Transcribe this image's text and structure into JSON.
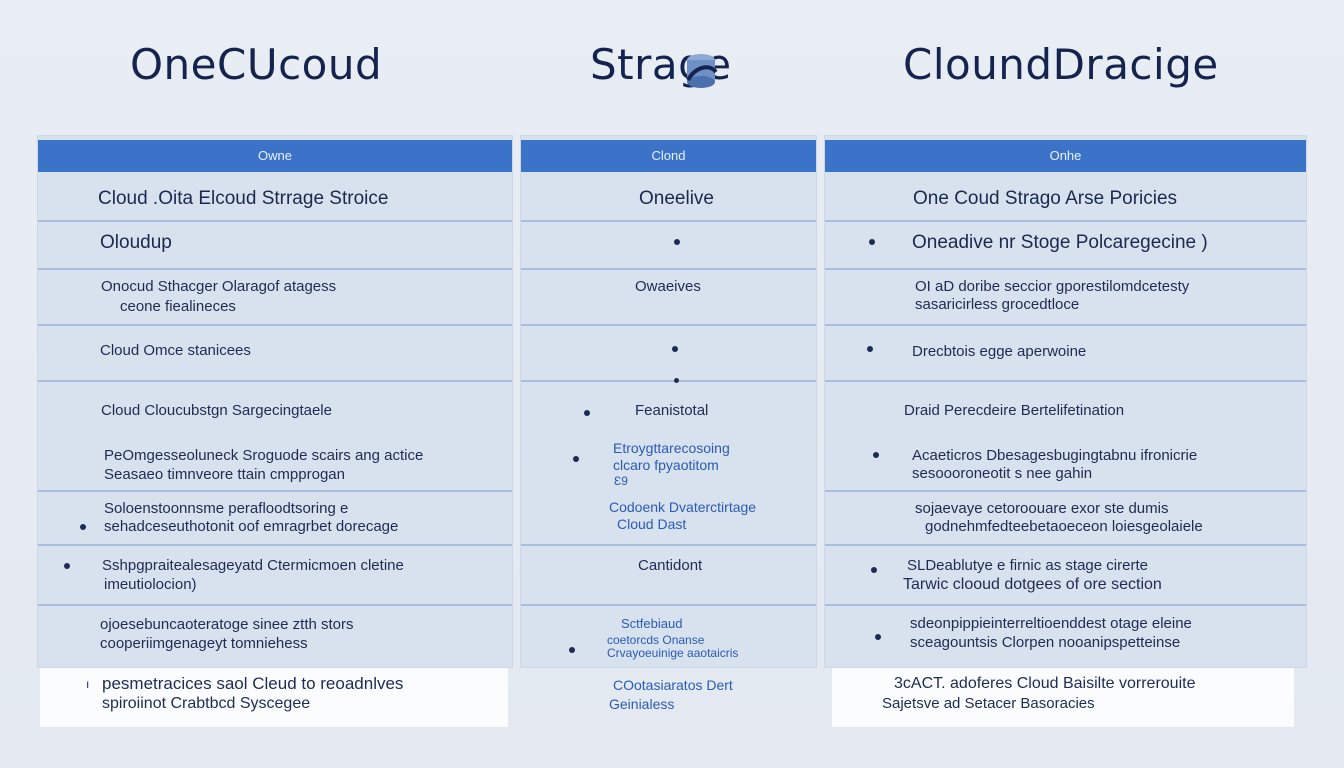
{
  "brands": [
    "OneCUcoud",
    "Strage",
    "CloundDracige"
  ],
  "headers": [
    "Owne",
    "Clond",
    "Onhe"
  ],
  "col1": [
    "Cloud .Oita Elcoud Strrage Stroice",
    "Oloudup",
    "Onocud Sthacger Olaragof atagess",
    "ceone fiealineces",
    "Cloud Omce stanicees",
    "Cloud Cloucubstgn Sargecingtaele",
    "PeOmgesseoluneck Sroguode scairs ang actice",
    "Seasaeo timnveore ttain cmpprogan",
    "Soloenstoonnsme perafloodtsoring e",
    "sehadceseuthotonit oof emragrbet dorecage",
    "Sshpgpraitealesageyatd Ctermicmoen cletine",
    "imeutiolocion)",
    "ojoesebuncaoteratoge sinee ztth stors",
    "cooperiimgenageyt tomniehess",
    "pesmetracices saol Cleud to reoadnlves",
    "spiroiinot Crabtbcd Syscegee"
  ],
  "col2": [
    "Oneelive",
    "Owaeives",
    "Feanistotal",
    "Etroygttarecosoing",
    "clcaro fpyaotitom",
    "Ɛ9",
    "Codoenk Dvaterctirtage",
    "Cloud Dast",
    "Cantidont",
    "Sctfebiaud",
    "coetorcds Onanse",
    "Crvayoeuinige aaotaicris",
    "COotasiaratos Dert",
    "Geinialess"
  ],
  "col3": [
    "One Coud Strago Arse Poricies",
    "Oneadive nr Stoge Polcaregecine )",
    "OI aD doribe seccior gporestilomdcetesty",
    "sasaricirless grocedtloce",
    "Drecbtois egge aperwoine",
    "Draid Perecdeire Bertelifetination",
    "Acaeticros Dbesagesbugingtabnu ifronicrie",
    "sesoooroneotit s nee gahin",
    "sojaevaye cetoroouare exor ste dumis",
    "godnehmfedteebetaoeceon loiesgeolaiele",
    "SLDeablutye e firnic as stage cirerte",
    "Tarwic clooud dotgees of ore section",
    "sdeonpippieinterreltioenddest otage eleine",
    "sceagountsis Clorpen nooanipspetteinse",
    "3cACT. adoferes Cloud Baisilte vorrerouite",
    "Sajetsve ad Setacer Basoracies"
  ]
}
